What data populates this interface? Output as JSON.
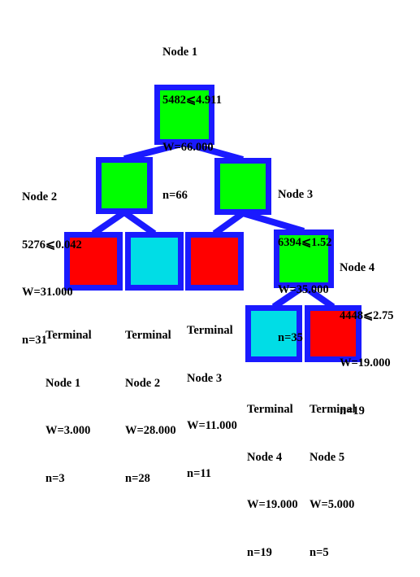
{
  "colors": {
    "edge": "#1a1aff",
    "border": "#1a1aff",
    "split_fill": "#00ff00",
    "terminal_class_a": "#ff0000",
    "terminal_class_b": "#00dde6"
  },
  "nodes": [
    {
      "id": "node-1",
      "kind": "split",
      "title": "Node 1",
      "rule": "5482⩽4.911",
      "weight": "W=66.000",
      "count": "n=66"
    },
    {
      "id": "node-2",
      "kind": "split",
      "title": "Node 2",
      "rule": "5276⩽0.042",
      "weight": "W=31.000",
      "count": "n=31"
    },
    {
      "id": "node-3",
      "kind": "split",
      "title": "Node 3",
      "rule": "6394⩽1.52",
      "weight": "W=35.000",
      "count": "n=35"
    },
    {
      "id": "node-4",
      "kind": "split",
      "title": "Node 4",
      "rule": "4448⩽2.75",
      "weight": "W=19.000",
      "count": "n=19"
    },
    {
      "id": "terminal-1",
      "kind": "terminal",
      "class": "a",
      "title1": "Terminal",
      "title2": "Node 1",
      "weight": "W=3.000",
      "count": "n=3"
    },
    {
      "id": "terminal-2",
      "kind": "terminal",
      "class": "b",
      "title1": "Terminal",
      "title2": "Node 2",
      "weight": "W=28.000",
      "count": "n=28"
    },
    {
      "id": "terminal-3",
      "kind": "terminal",
      "class": "a",
      "title1": "Terminal",
      "title2": "Node 3",
      "weight": "W=11.000",
      "count": "n=11"
    },
    {
      "id": "terminal-4",
      "kind": "terminal",
      "class": "b",
      "title1": "Terminal",
      "title2": "Node 4",
      "weight": "W=19.000",
      "count": "n=19"
    },
    {
      "id": "terminal-5",
      "kind": "terminal",
      "class": "a",
      "title1": "Terminal",
      "title2": "Node 5",
      "weight": "W=5.000",
      "count": "n=5"
    }
  ],
  "edges": [
    [
      "node-1",
      "node-2"
    ],
    [
      "node-1",
      "node-3"
    ],
    [
      "node-2",
      "terminal-1"
    ],
    [
      "node-2",
      "terminal-2"
    ],
    [
      "node-3",
      "terminal-3"
    ],
    [
      "node-3",
      "node-4"
    ],
    [
      "node-4",
      "terminal-4"
    ],
    [
      "node-4",
      "terminal-5"
    ]
  ]
}
